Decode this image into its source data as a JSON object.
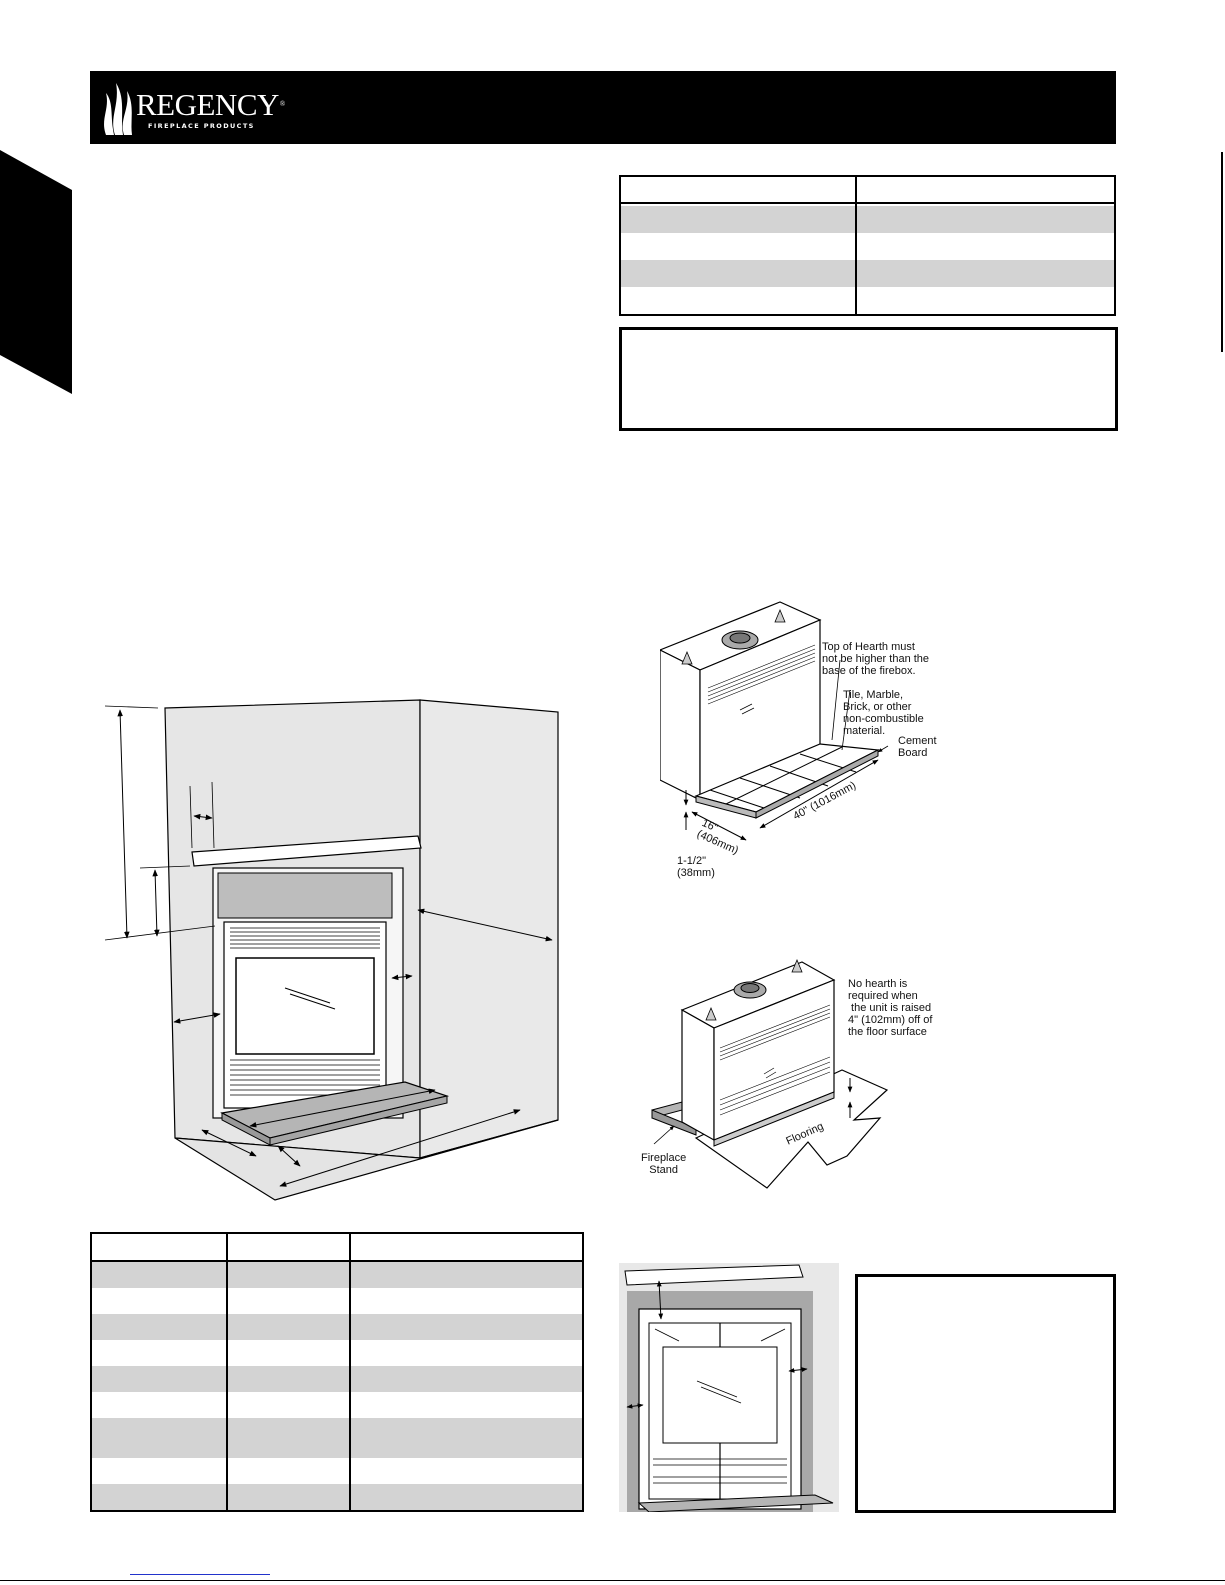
{
  "header": {
    "brand": "REGENCY",
    "brand_mark": "®",
    "brand_sub": "FIREPLACE PRODUCTS"
  },
  "colors": {
    "header_bg": "#000000",
    "row_shade": "#d3d3d3",
    "wall_fill": "#e6e6e6",
    "hearth_fill": "#b5b5b5"
  },
  "spec_table": {
    "rows": 5,
    "shaded_rows": [
      1,
      3
    ]
  },
  "clearance_table": {
    "columns": 3,
    "rows": 9,
    "shaded_rows": [
      0,
      2,
      4,
      6,
      8
    ]
  },
  "hearth_figure": {
    "note_top": "Top of Hearth must\nnot be higher than the\nbase of the firebox.",
    "note_material": "Tile, Marble,\nBrick, or other\nnon-combustible\nmaterial.",
    "note_cement": "Cement\nBoard",
    "dim_depth": "16\"\n(406mm)",
    "dim_width": "40\" (1016mm)",
    "dim_height": "1-1/2\"\n(38mm)"
  },
  "raised_figure": {
    "note_raised": "No hearth is\nrequired when\n the unit is raised\n4\" (102mm) off of\nthe floor surface",
    "flooring_label": "Flooring",
    "stand_label": "Fireplace\nStand"
  }
}
